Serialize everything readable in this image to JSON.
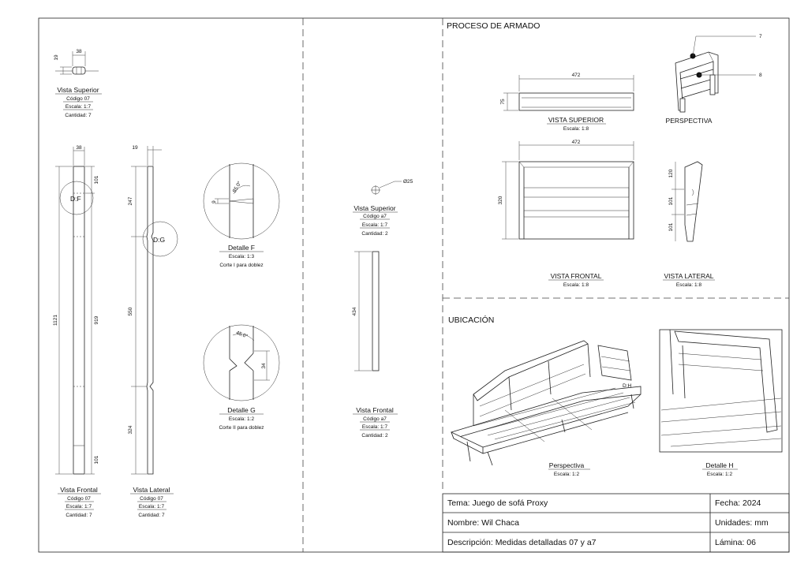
{
  "sections": {
    "assembly": "PROCESO DE ARMADO",
    "location": "UBICACIÓN"
  },
  "part07": {
    "top": {
      "title": "Vista Superior",
      "code": "Código 07",
      "scale": "Escala: 1:7",
      "qty": "Cantidad: 7",
      "dim_w": "38",
      "dim_h": "19"
    },
    "front": {
      "title": "Vista Frontal",
      "code": "Código 07",
      "scale": "Escala: 1:7",
      "qty": "Cantidad: 7",
      "dims": {
        "width": "38",
        "total": "1121",
        "top": "101",
        "mid": "919",
        "bottom": "101"
      },
      "tag": "D:F"
    },
    "side": {
      "title": "Vista Lateral",
      "code": "Código 07",
      "scale": "Escala: 1:7",
      "qty": "Cantidad: 7",
      "dims": {
        "width": "19",
        "top": "247",
        "mid": "550",
        "bottom": "324"
      },
      "tag": "D:G"
    }
  },
  "detailF": {
    "title": "Detalle F",
    "scale": "Escala: 1:3",
    "note": "Corte I para doblez",
    "angle": "85.0°",
    "dim": "9"
  },
  "detailG": {
    "title": "Detalle G",
    "scale": "Escala: 1:2",
    "note": "Corte II para doblez",
    "angle": "45.0°",
    "dim": "34"
  },
  "partA7": {
    "top": {
      "title": "Vista Superior",
      "code": "Código a7",
      "scale": "Escala: 1:7",
      "qty": "Cantidad: 2",
      "diam": "Ø25"
    },
    "front": {
      "title": "Vista Frontal",
      "code": "Código a7",
      "scale": "Escala: 1:7",
      "qty": "Cantidad: 2",
      "dim": "434"
    }
  },
  "assembly": {
    "top": {
      "title": "VISTA SUPERIOR",
      "scale": "Escala: 1:8",
      "dim_w": "472",
      "dim_h": "75"
    },
    "persp": {
      "title": "PERSPECTIVA",
      "call7": "7",
      "call8": "8"
    },
    "front": {
      "title": "VISTA FRONTAL",
      "scale": "Escala: 1:8",
      "dim_w": "472",
      "dim_h": "320"
    },
    "side": {
      "title": "VISTA LATERAL",
      "scale": "Escala: 1:8",
      "d1": "120",
      "d2": "101",
      "d3": "101"
    }
  },
  "location": {
    "persp": {
      "title": "Perspectiva",
      "scale": "Escala: 1:2",
      "tag": "D:H"
    },
    "detail": {
      "title": "Detalle H",
      "scale": "Escala: 1:2"
    }
  },
  "titleblock": {
    "tema": "Tema: Juego de sofá Proxy",
    "fecha": "Fecha: 2024",
    "nombre": "Nombre: Wil Chaca",
    "unidades": "Unidades: mm",
    "descripcion": "Descripción: Medidas detalladas 07 y a7",
    "lamina": "Lámina: 06"
  }
}
